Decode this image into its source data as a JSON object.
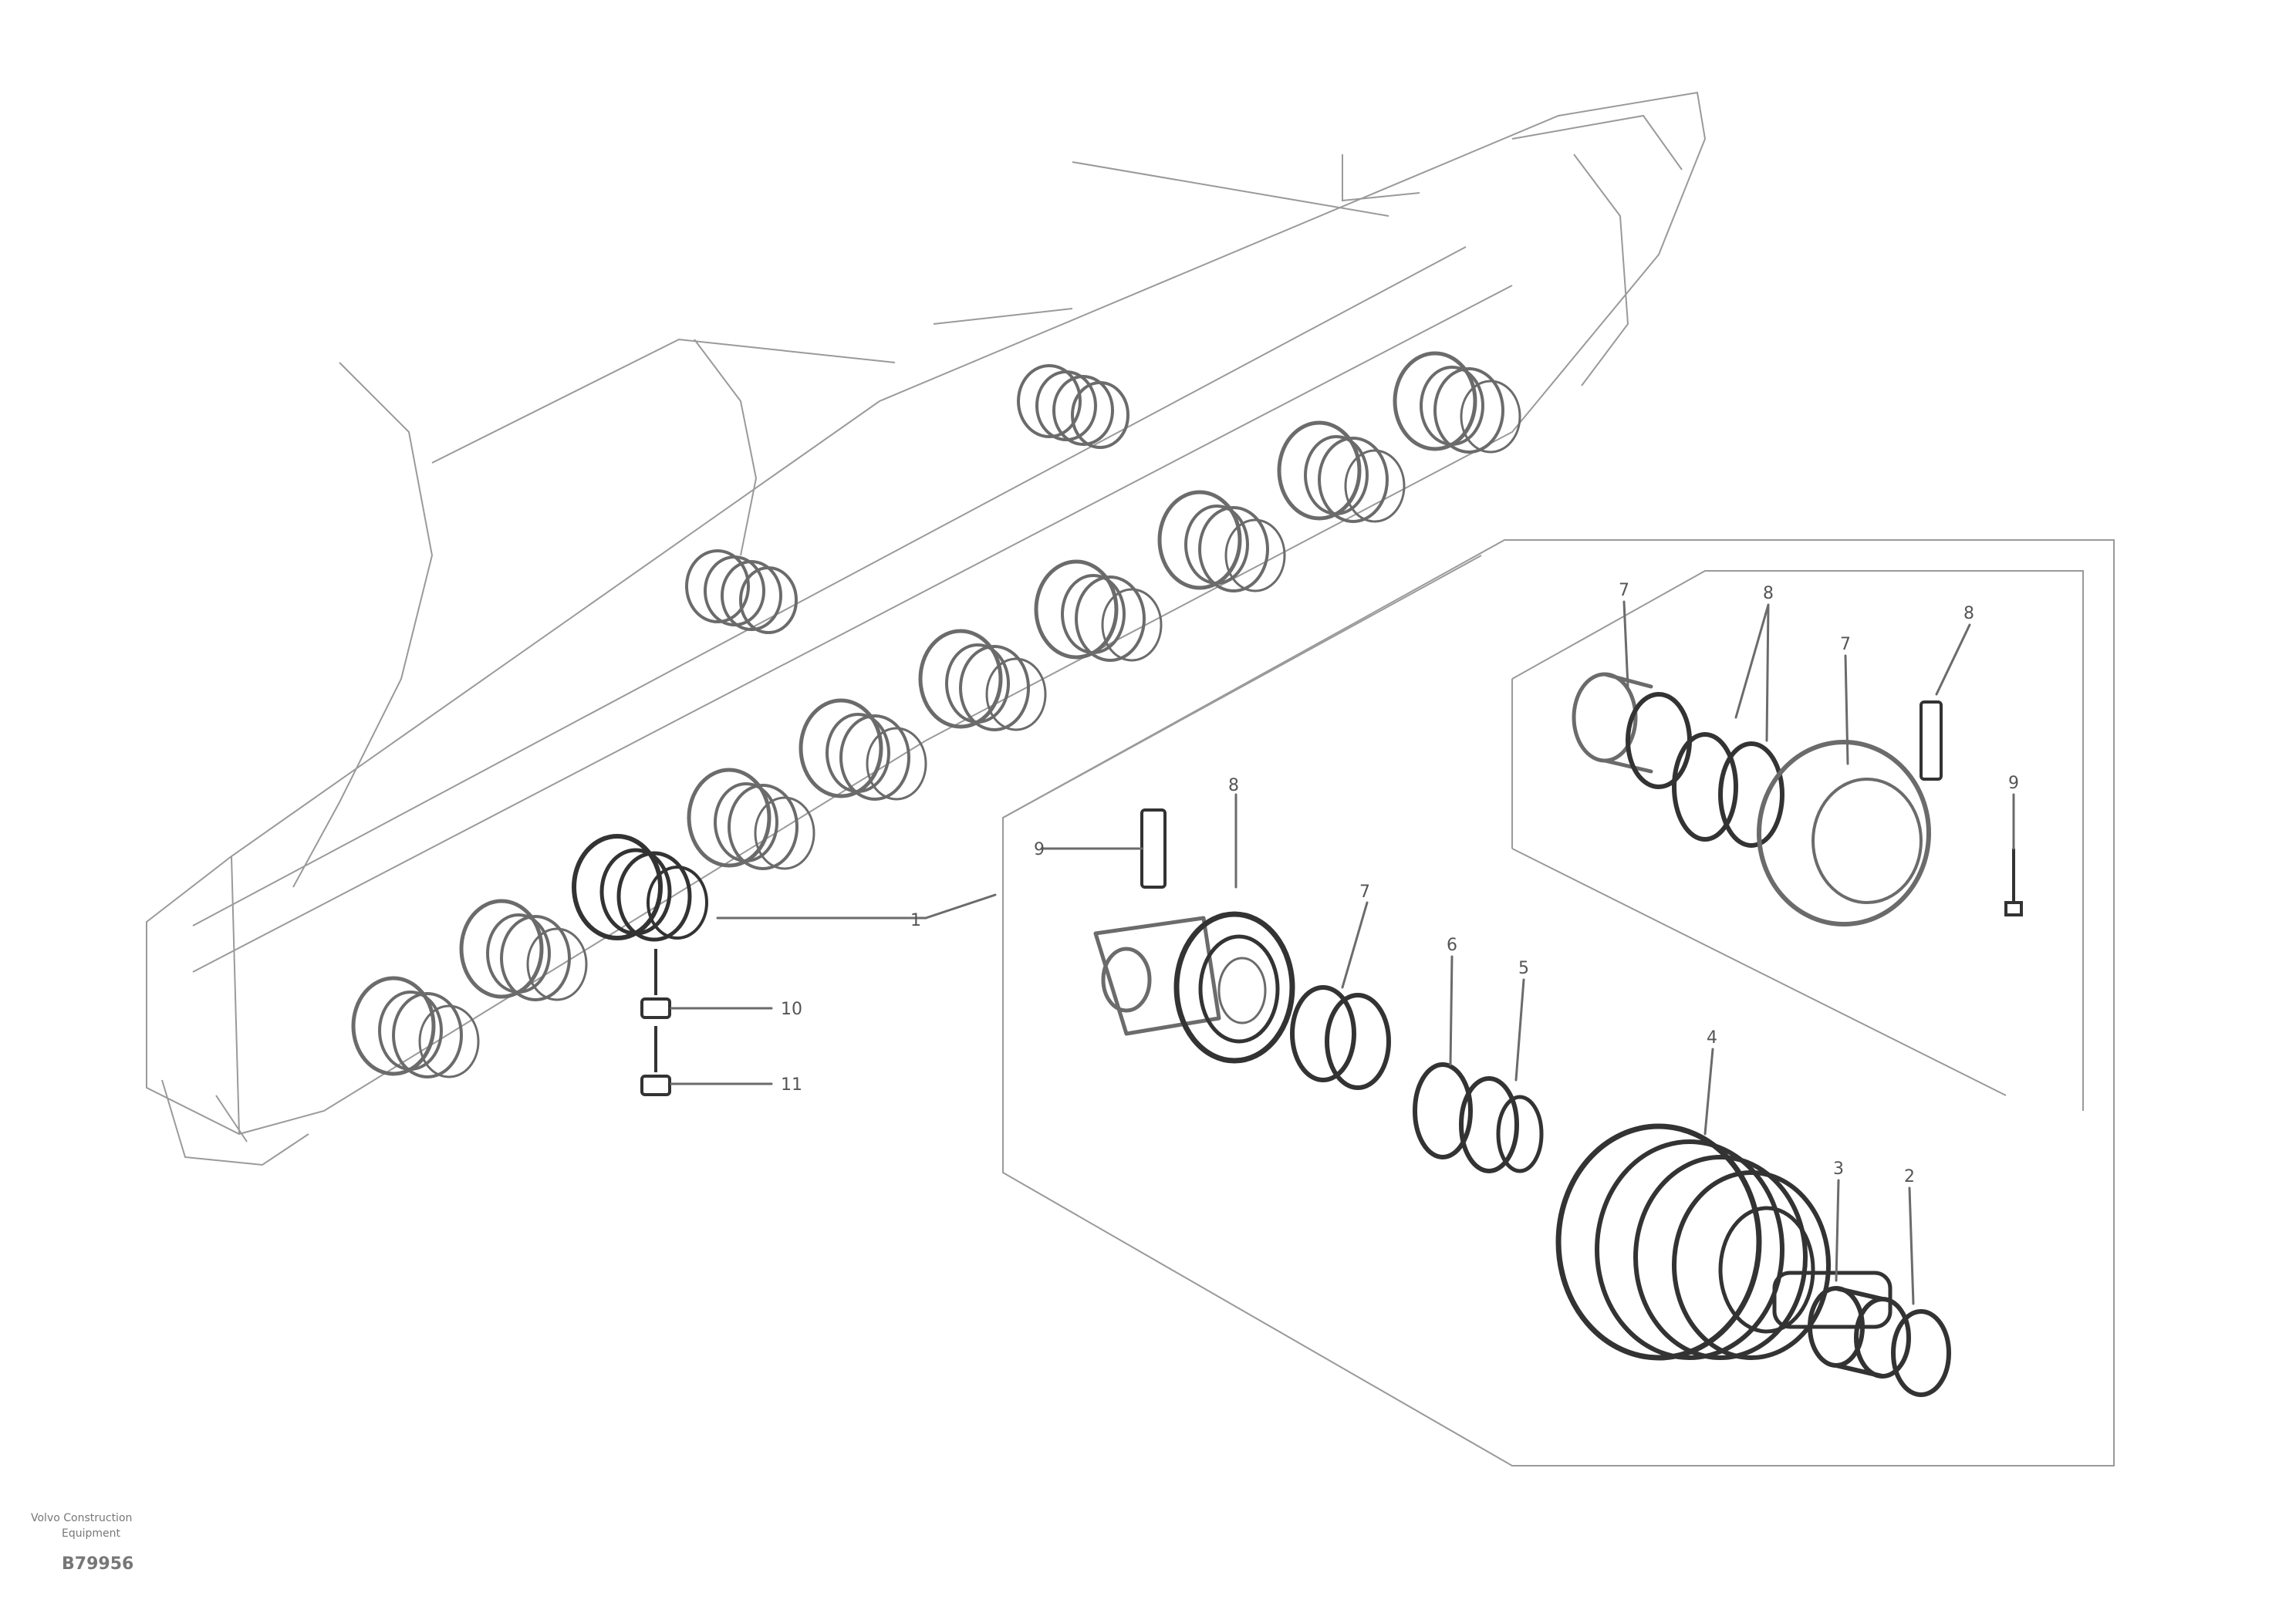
{
  "diagram": {
    "callouts": {
      "c1": "1",
      "c2": "2",
      "c3": "3",
      "c4": "4",
      "c5": "5",
      "c6": "6",
      "c7": "7",
      "c8": "8",
      "c9": "9",
      "c10": "10",
      "c11": "11"
    },
    "footer": {
      "line1": "Volvo Construction",
      "line2": "Equipment",
      "code": "B79956"
    }
  }
}
